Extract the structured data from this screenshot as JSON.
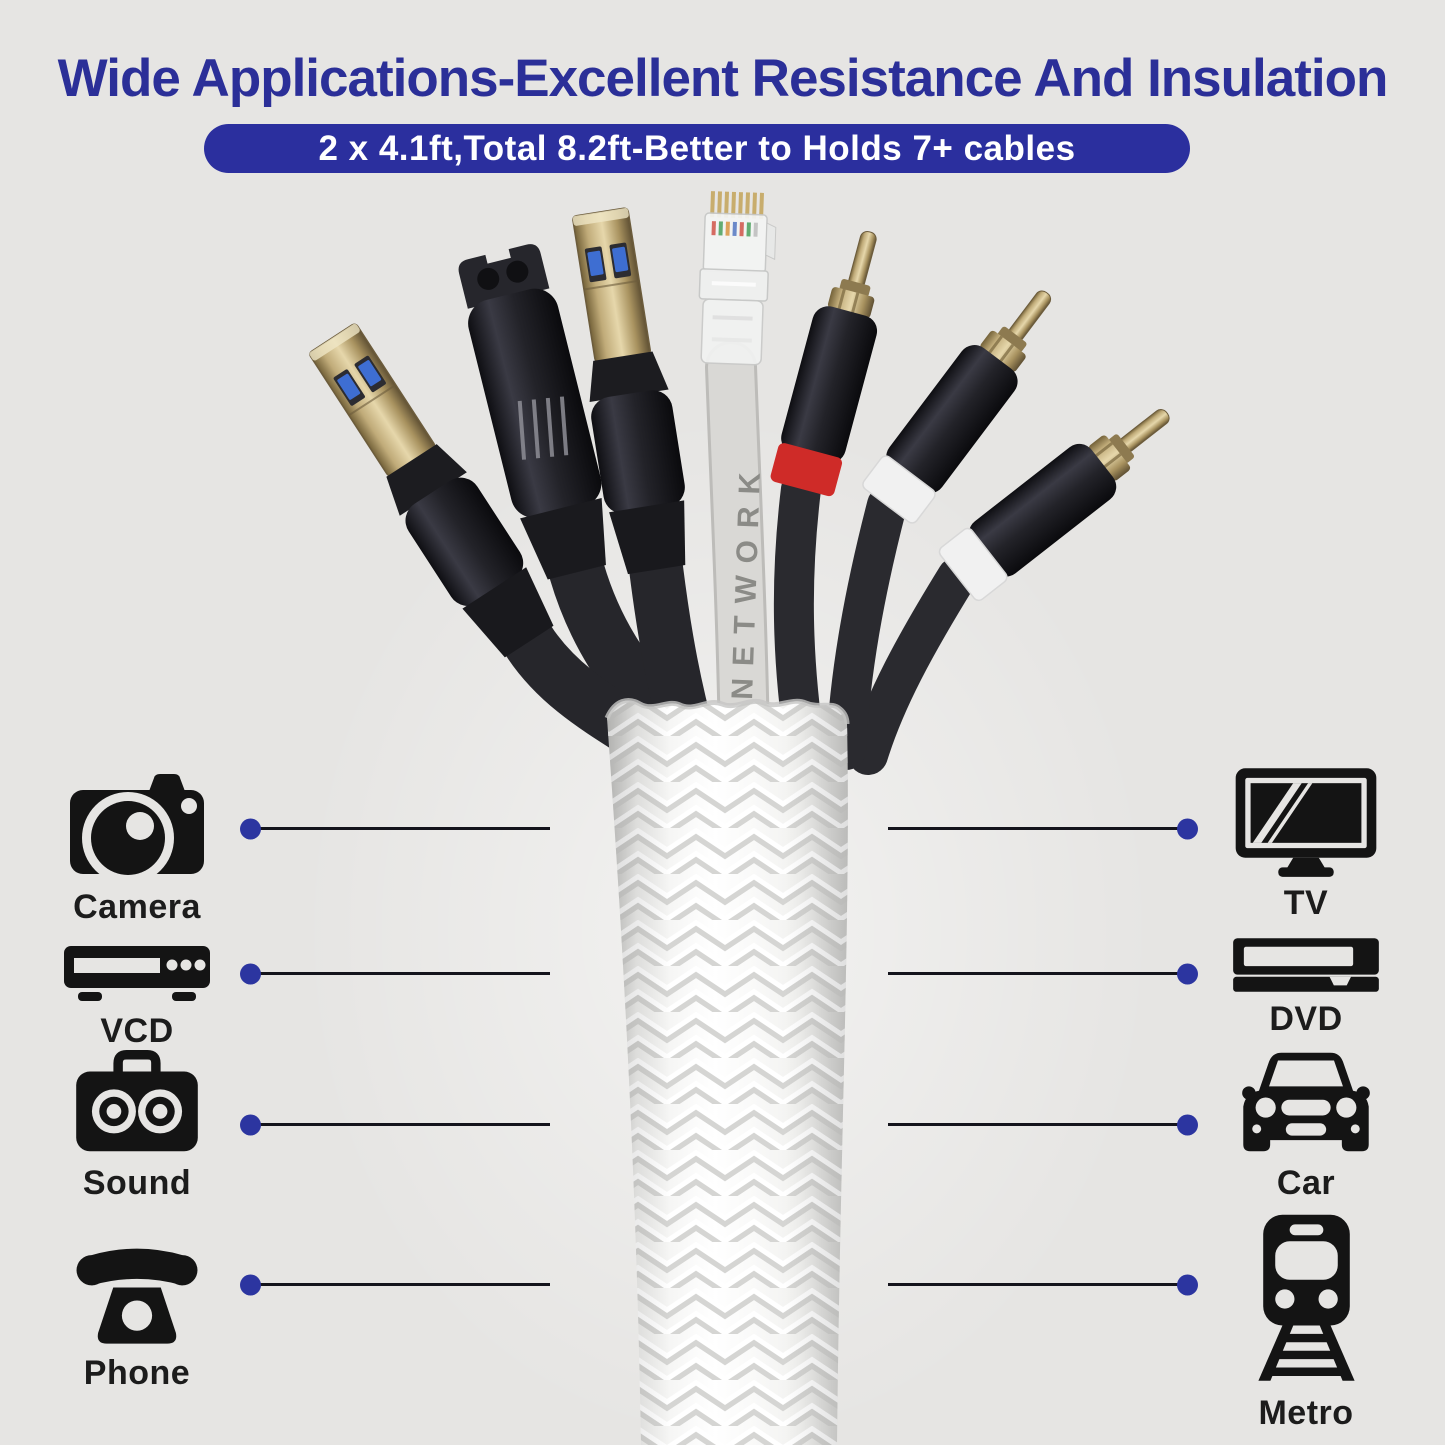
{
  "page": {
    "background": "#e6e5e3"
  },
  "header": {
    "title": "Wide Applications-Excellent Resistance And Insulation",
    "banner": "2 x 4.1ft,Total 8.2ft-Better to Holds 7+ cables"
  },
  "colors": {
    "title_blue": "#2b2f98",
    "banner_blue": "#2b2f9e",
    "connector_dot": "#2c35a0",
    "connector_line": "#14141c",
    "icon_black": "#141414"
  },
  "left_items": [
    {
      "label": "Camera",
      "icon": "camera-icon"
    },
    {
      "label": "VCD",
      "icon": "vcd-player-icon"
    },
    {
      "label": "Sound",
      "icon": "sound-system-icon"
    },
    {
      "label": "Phone",
      "icon": "telephone-icon"
    }
  ],
  "right_items": [
    {
      "label": "TV",
      "icon": "tv-icon"
    },
    {
      "label": "DVD",
      "icon": "dvd-player-icon"
    },
    {
      "label": "Car",
      "icon": "car-icon"
    },
    {
      "label": "Metro",
      "icon": "metro-train-icon"
    }
  ],
  "photo": {
    "description": "Seven cables (two USB-A, power plug, RJ45 network, three RCA plugs) fanning out of a white braided cable management sleeve",
    "network_cable_text": "NETWORK"
  }
}
